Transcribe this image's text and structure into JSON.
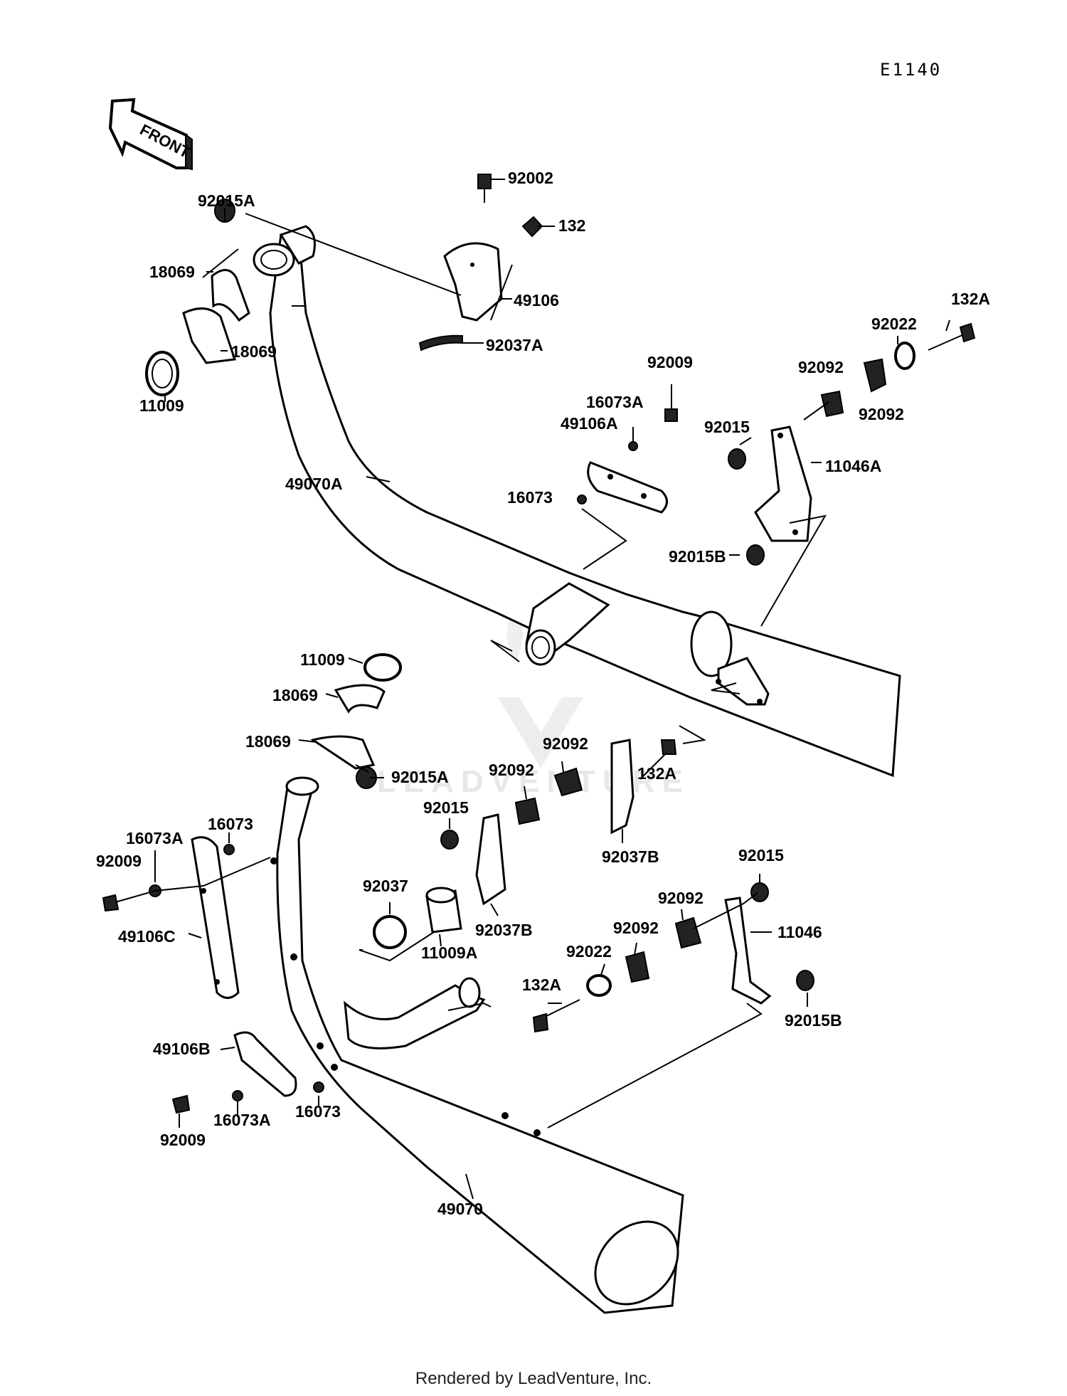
{
  "diagram": {
    "code": "E1140",
    "front_arrow": "FRONT",
    "watermark": "LEADVENTURE",
    "footer": "Rendered by LeadVenture, Inc.",
    "labels": {
      "l92002": "92002",
      "l132": "132",
      "l92015A_top": "92015A",
      "l49106": "49106",
      "l18069_a": "18069",
      "l18069_b": "18069",
      "l11009_top": "11009",
      "l92037A": "92037A",
      "l132A_top": "132A",
      "l92022_top": "92022",
      "l92009_top": "92009",
      "l92092_top1": "92092",
      "l92092_top2": "92092",
      "l16073A_top": "16073A",
      "l49106A": "49106A",
      "l92015_top": "92015",
      "l11046A": "11046A",
      "l49070A": "49070A",
      "l16073_top": "16073",
      "l92015B_top": "92015B",
      "l11009_mid": "11009",
      "l18069_c": "18069",
      "l18069_d": "18069",
      "l92015A_mid": "92015A",
      "l92092_mid1": "92092",
      "l92092_mid2": "92092",
      "l132A_mid": "132A",
      "l92015_mid": "92015",
      "l92037B_a": "92037B",
      "l16073A_left": "16073A",
      "l16073_left": "16073",
      "l92009_left": "92009",
      "l49106C": "49106C",
      "l92037": "92037",
      "l11009A": "11009A",
      "l92037B_b": "92037B",
      "l92015_right": "92015",
      "l92092_r1": "92092",
      "l11046": "11046",
      "l92092_r2": "92092",
      "l92022_bot": "92022",
      "l132A_bot": "132A",
      "l92015B_bot": "92015B",
      "l49106B": "49106B",
      "l92009_bot": "92009",
      "l16073A_bot": "16073A",
      "l16073_bot": "16073",
      "l49070": "49070"
    }
  }
}
